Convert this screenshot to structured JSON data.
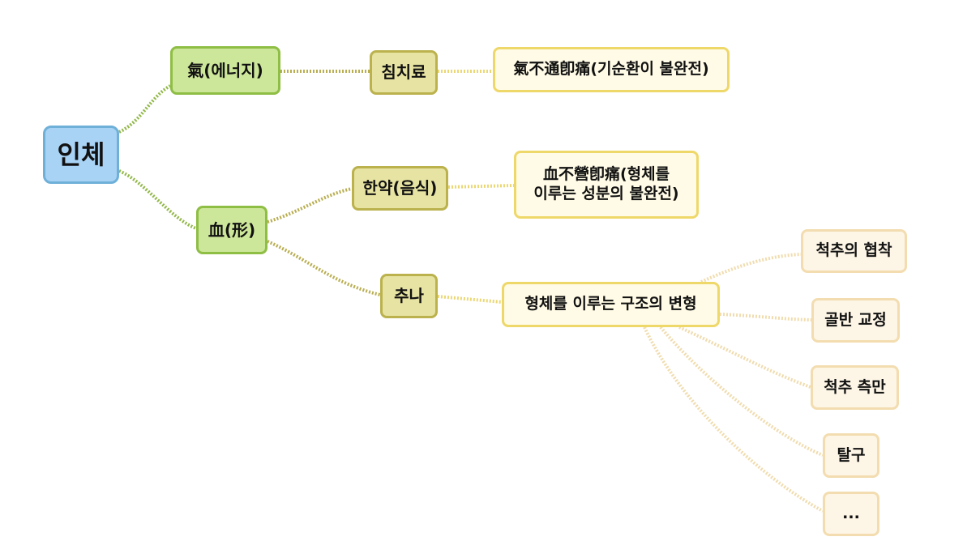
{
  "mindmap": {
    "root": "인체",
    "qi": {
      "label": "氣(에너지)",
      "treatment": "침치료",
      "cause": "氣不通卽痛(기순환이 불완전)"
    },
    "blood": {
      "label": "血(形)",
      "herbal": {
        "label": "한약(음식)",
        "cause_line1": "血不營卽痛(형체를",
        "cause_line2": "이루는 성분의 불완전)"
      },
      "chuna": {
        "label": "추나",
        "cause": "형체를 이루는 구조의 변형",
        "conditions": [
          "척추의 협착",
          "골반 교정",
          "척추 측만",
          "탈구",
          "..."
        ]
      }
    }
  },
  "colors": {
    "root_fill": "#a9d3f5",
    "level1_fill": "#cde79a",
    "level2_fill": "#e7e3a2",
    "level3_fill": "#fffbe6",
    "level4_fill": "#fdf5e6"
  }
}
